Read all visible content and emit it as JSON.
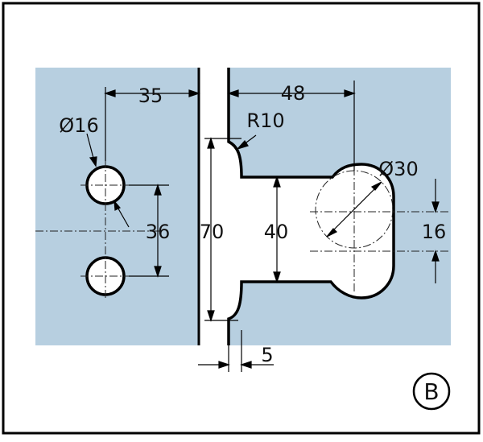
{
  "dimensions": {
    "left_width": "35",
    "left_hole_diameter": "Ø16",
    "hole_spacing": "36",
    "overall_height": "70",
    "right_width": "48",
    "corner_radius": "R10",
    "slot_diameter": "Ø30",
    "slot_height": "40",
    "slot_offset": "16",
    "gap": "5"
  },
  "variant_label": "B",
  "colors": {
    "glass": "#b7cfe0",
    "line": "#000000",
    "hole_fill": "#ffffff"
  }
}
